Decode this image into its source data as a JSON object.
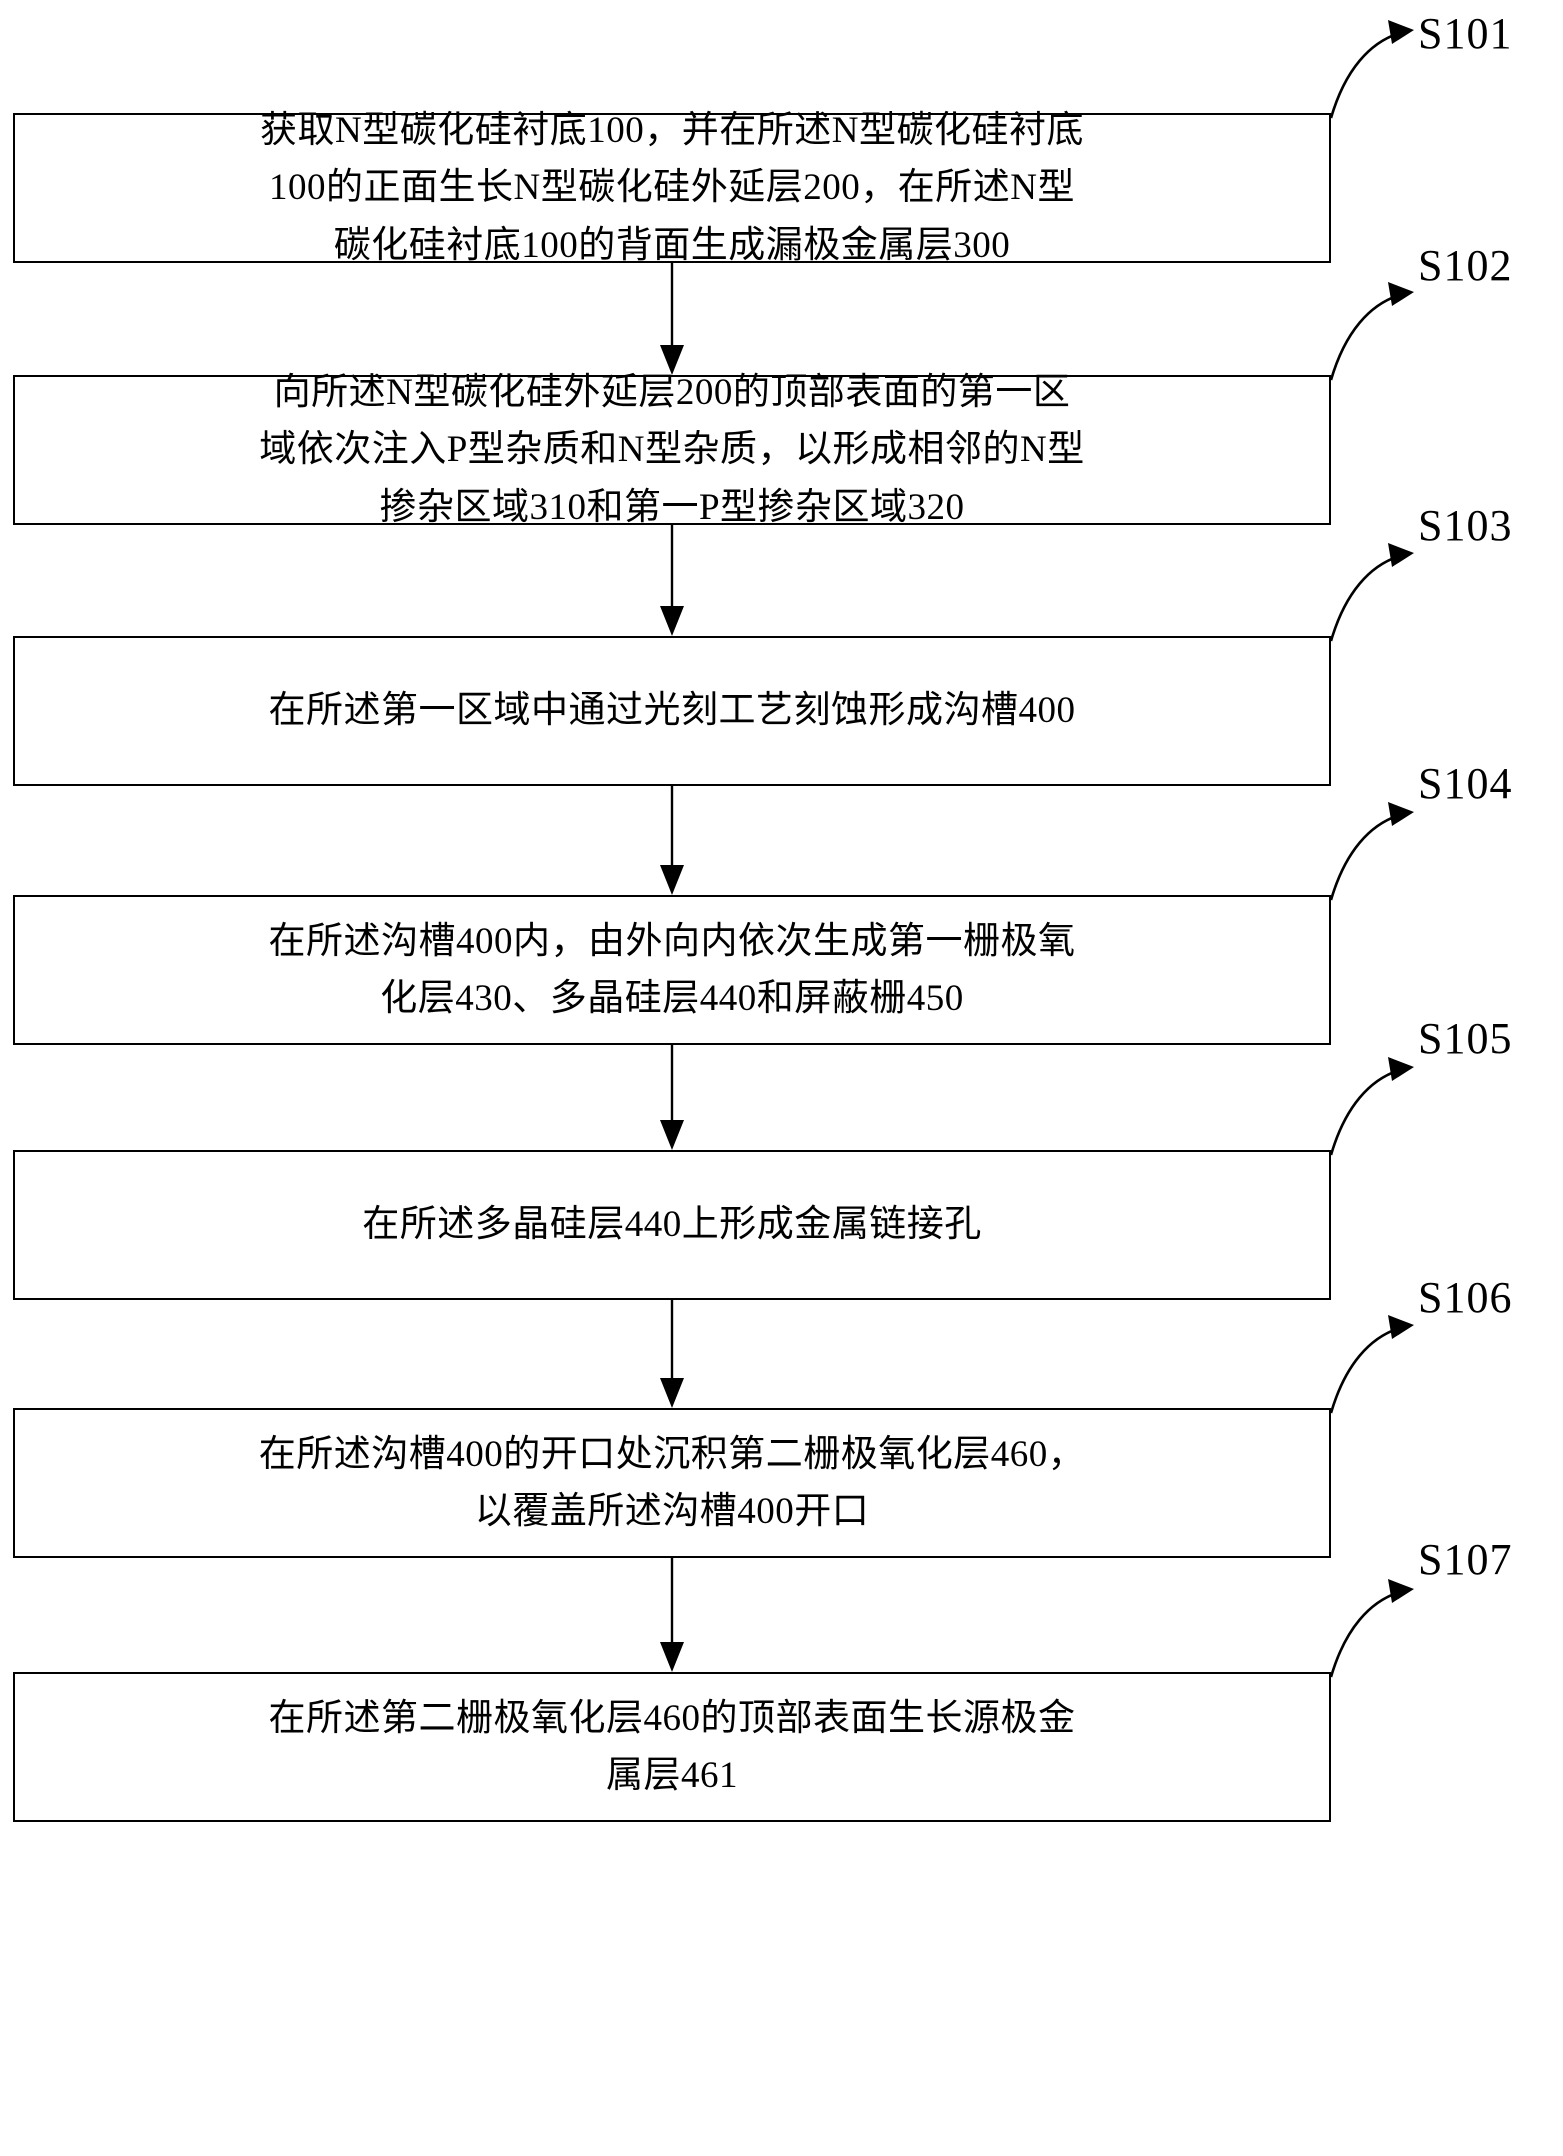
{
  "diagram": {
    "type": "flowchart",
    "orientation": "vertical",
    "title_visible": false,
    "steps": [
      {
        "id": "S101",
        "label": "S101",
        "lines": [
          "获取N型碳化硅衬底100，并在所述N型碳化硅衬底",
          "100的正面生长N型碳化硅外延层200，在所述N型",
          "碳化硅衬底100的背面生成漏极金属层300"
        ]
      },
      {
        "id": "S102",
        "label": "S102",
        "lines": [
          "向所述N型碳化硅外延层200的顶部表面的第一区",
          "域依次注入P型杂质和N型杂质，以形成相邻的N型",
          "掺杂区域310和第一P型掺杂区域320"
        ]
      },
      {
        "id": "S103",
        "label": "S103",
        "lines": [
          "在所述第一区域中通过光刻工艺刻蚀形成沟槽400"
        ]
      },
      {
        "id": "S104",
        "label": "S104",
        "lines": [
          "在所述沟槽400内，由外向内依次生成第一栅极氧",
          "化层430、多晶硅层440和屏蔽栅450"
        ]
      },
      {
        "id": "S105",
        "label": "S105",
        "lines": [
          "在所述多晶硅层440上形成金属链接孔"
        ]
      },
      {
        "id": "S106",
        "label": "S106",
        "lines": [
          "在所述沟槽400的开口处沉积第二栅极氧化层460，",
          "以覆盖所述沟槽400开口"
        ]
      },
      {
        "id": "S107",
        "label": "S107",
        "lines": [
          "在所述第二栅极氧化层460的顶部表面生长源极金",
          "属层461"
        ]
      }
    ],
    "colors": {
      "stroke": "#000000",
      "fill": "#ffffff",
      "text": "#000000"
    }
  }
}
